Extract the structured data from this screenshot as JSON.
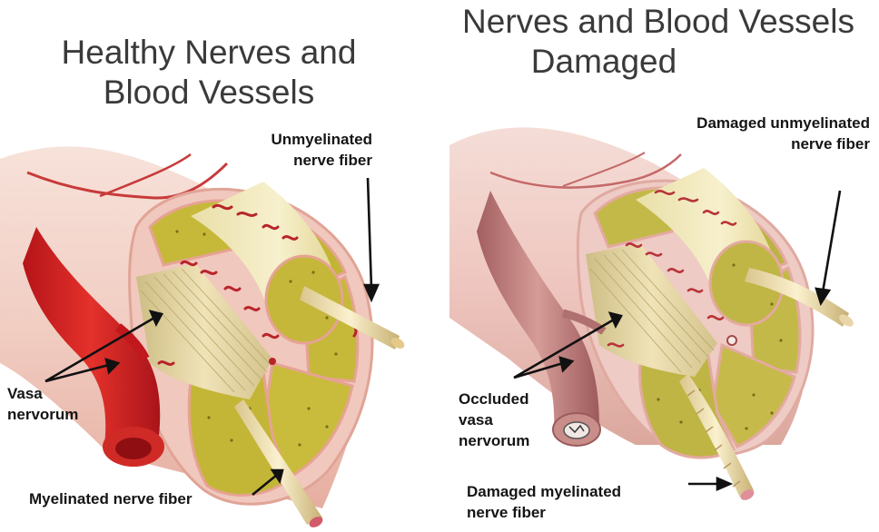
{
  "left_panel": {
    "title_lines": [
      "Healthy Nerves and",
      "Blood Vessels"
    ],
    "labels": {
      "unmyelinated": [
        "Unmyelinated",
        "nerve fiber"
      ],
      "vasa": [
        "Vasa",
        "nervorum"
      ],
      "myelinated": "Myelinated nerve fiber"
    }
  },
  "right_panel": {
    "title_lines": [
      "Nerves and Blood Vessels",
      "Damaged"
    ],
    "labels": {
      "unmyelinated": [
        "Damaged unmyelinated",
        "nerve fiber"
      ],
      "vasa": [
        "Occluded",
        "vasa",
        "nervorum"
      ],
      "myelinated": [
        "Damaged myelinated",
        "nerve fiber"
      ]
    }
  },
  "colors": {
    "sheath": "#f3d7cf",
    "sheath_shade": "#e9b9ad",
    "fascicle": "#c9bd3a",
    "fascicle_light": "#e9dd8d",
    "fiber_bundle": "#e2d19a",
    "vessel_healthy": "#d8201f",
    "vessel_damaged": "#b86f6f",
    "perineurium": "#e8a397"
  }
}
